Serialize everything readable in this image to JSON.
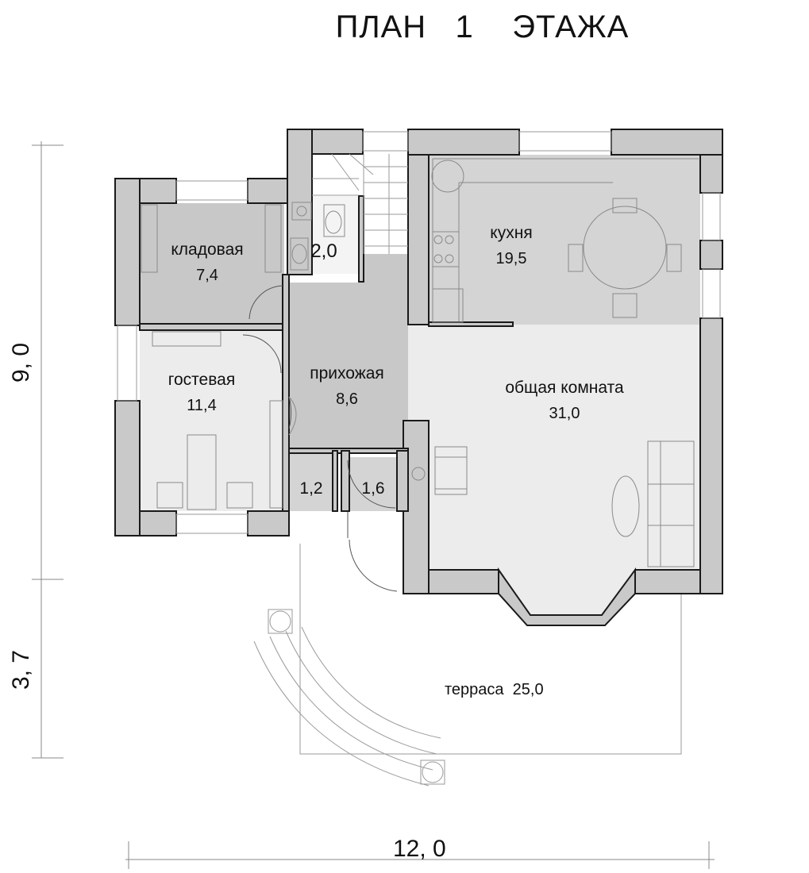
{
  "title": "ПЛАН   1    ЭТАЖА",
  "rooms": {
    "storage": {
      "name": "кладовая",
      "area": "7,4"
    },
    "bathroom": {
      "area": "2,0"
    },
    "kitchen": {
      "name": "кухня",
      "area": "19,5"
    },
    "guest": {
      "name": "гостевая",
      "area": "11,4"
    },
    "hall": {
      "name": "прихожая",
      "area": "8,6"
    },
    "living": {
      "name": "общая комната",
      "area": "31,0"
    },
    "closet1": {
      "area": "1,2"
    },
    "closet2": {
      "area": "1,6"
    },
    "terrace": {
      "label": "терраса  25,0"
    }
  },
  "dimensions": {
    "depth_main": "9, 0",
    "depth_terrace": "3, 7",
    "width": "12, 0"
  },
  "colors": {
    "wall": "#c9c9c9",
    "wall_outline": "#1a1a1a",
    "room_dark": "#c8c8c8",
    "room_mid": "#d4d4d4",
    "room_light": "#ececec",
    "line": "#9a9a9a"
  }
}
